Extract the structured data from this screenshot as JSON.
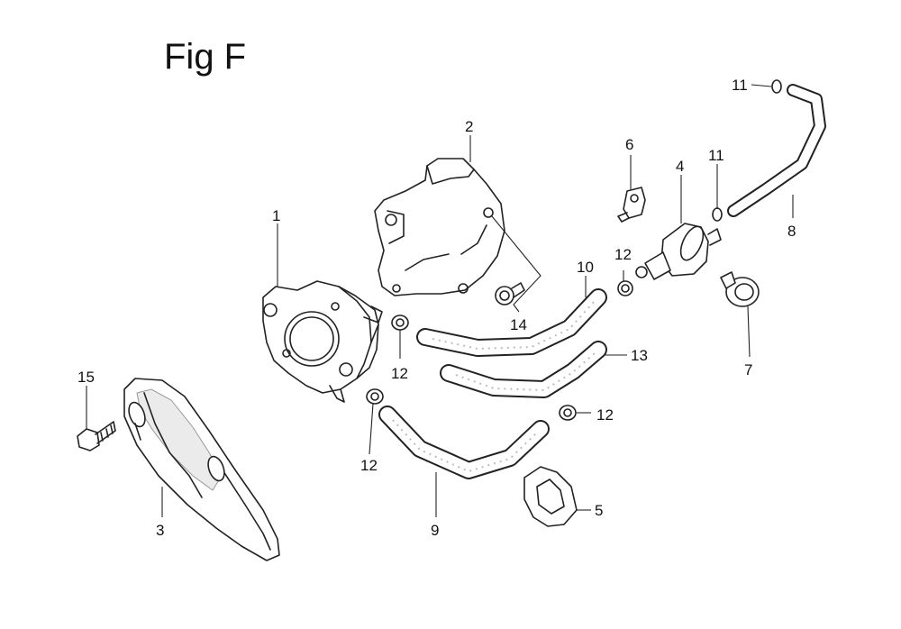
{
  "figure": {
    "title": "Fig F"
  },
  "callouts": {
    "c1": "1",
    "c2": "2",
    "c3": "3",
    "c4": "4",
    "c5": "5",
    "c6": "6",
    "c7": "7",
    "c8": "8",
    "c9": "9",
    "c10": "10",
    "c11a": "11",
    "c11b": "11",
    "c12a": "12",
    "c12b": "12",
    "c12c": "12",
    "c12d": "12",
    "c13": "13",
    "c14": "14",
    "c15": "15"
  },
  "colors": {
    "line": "#222222",
    "background": "#ffffff"
  }
}
